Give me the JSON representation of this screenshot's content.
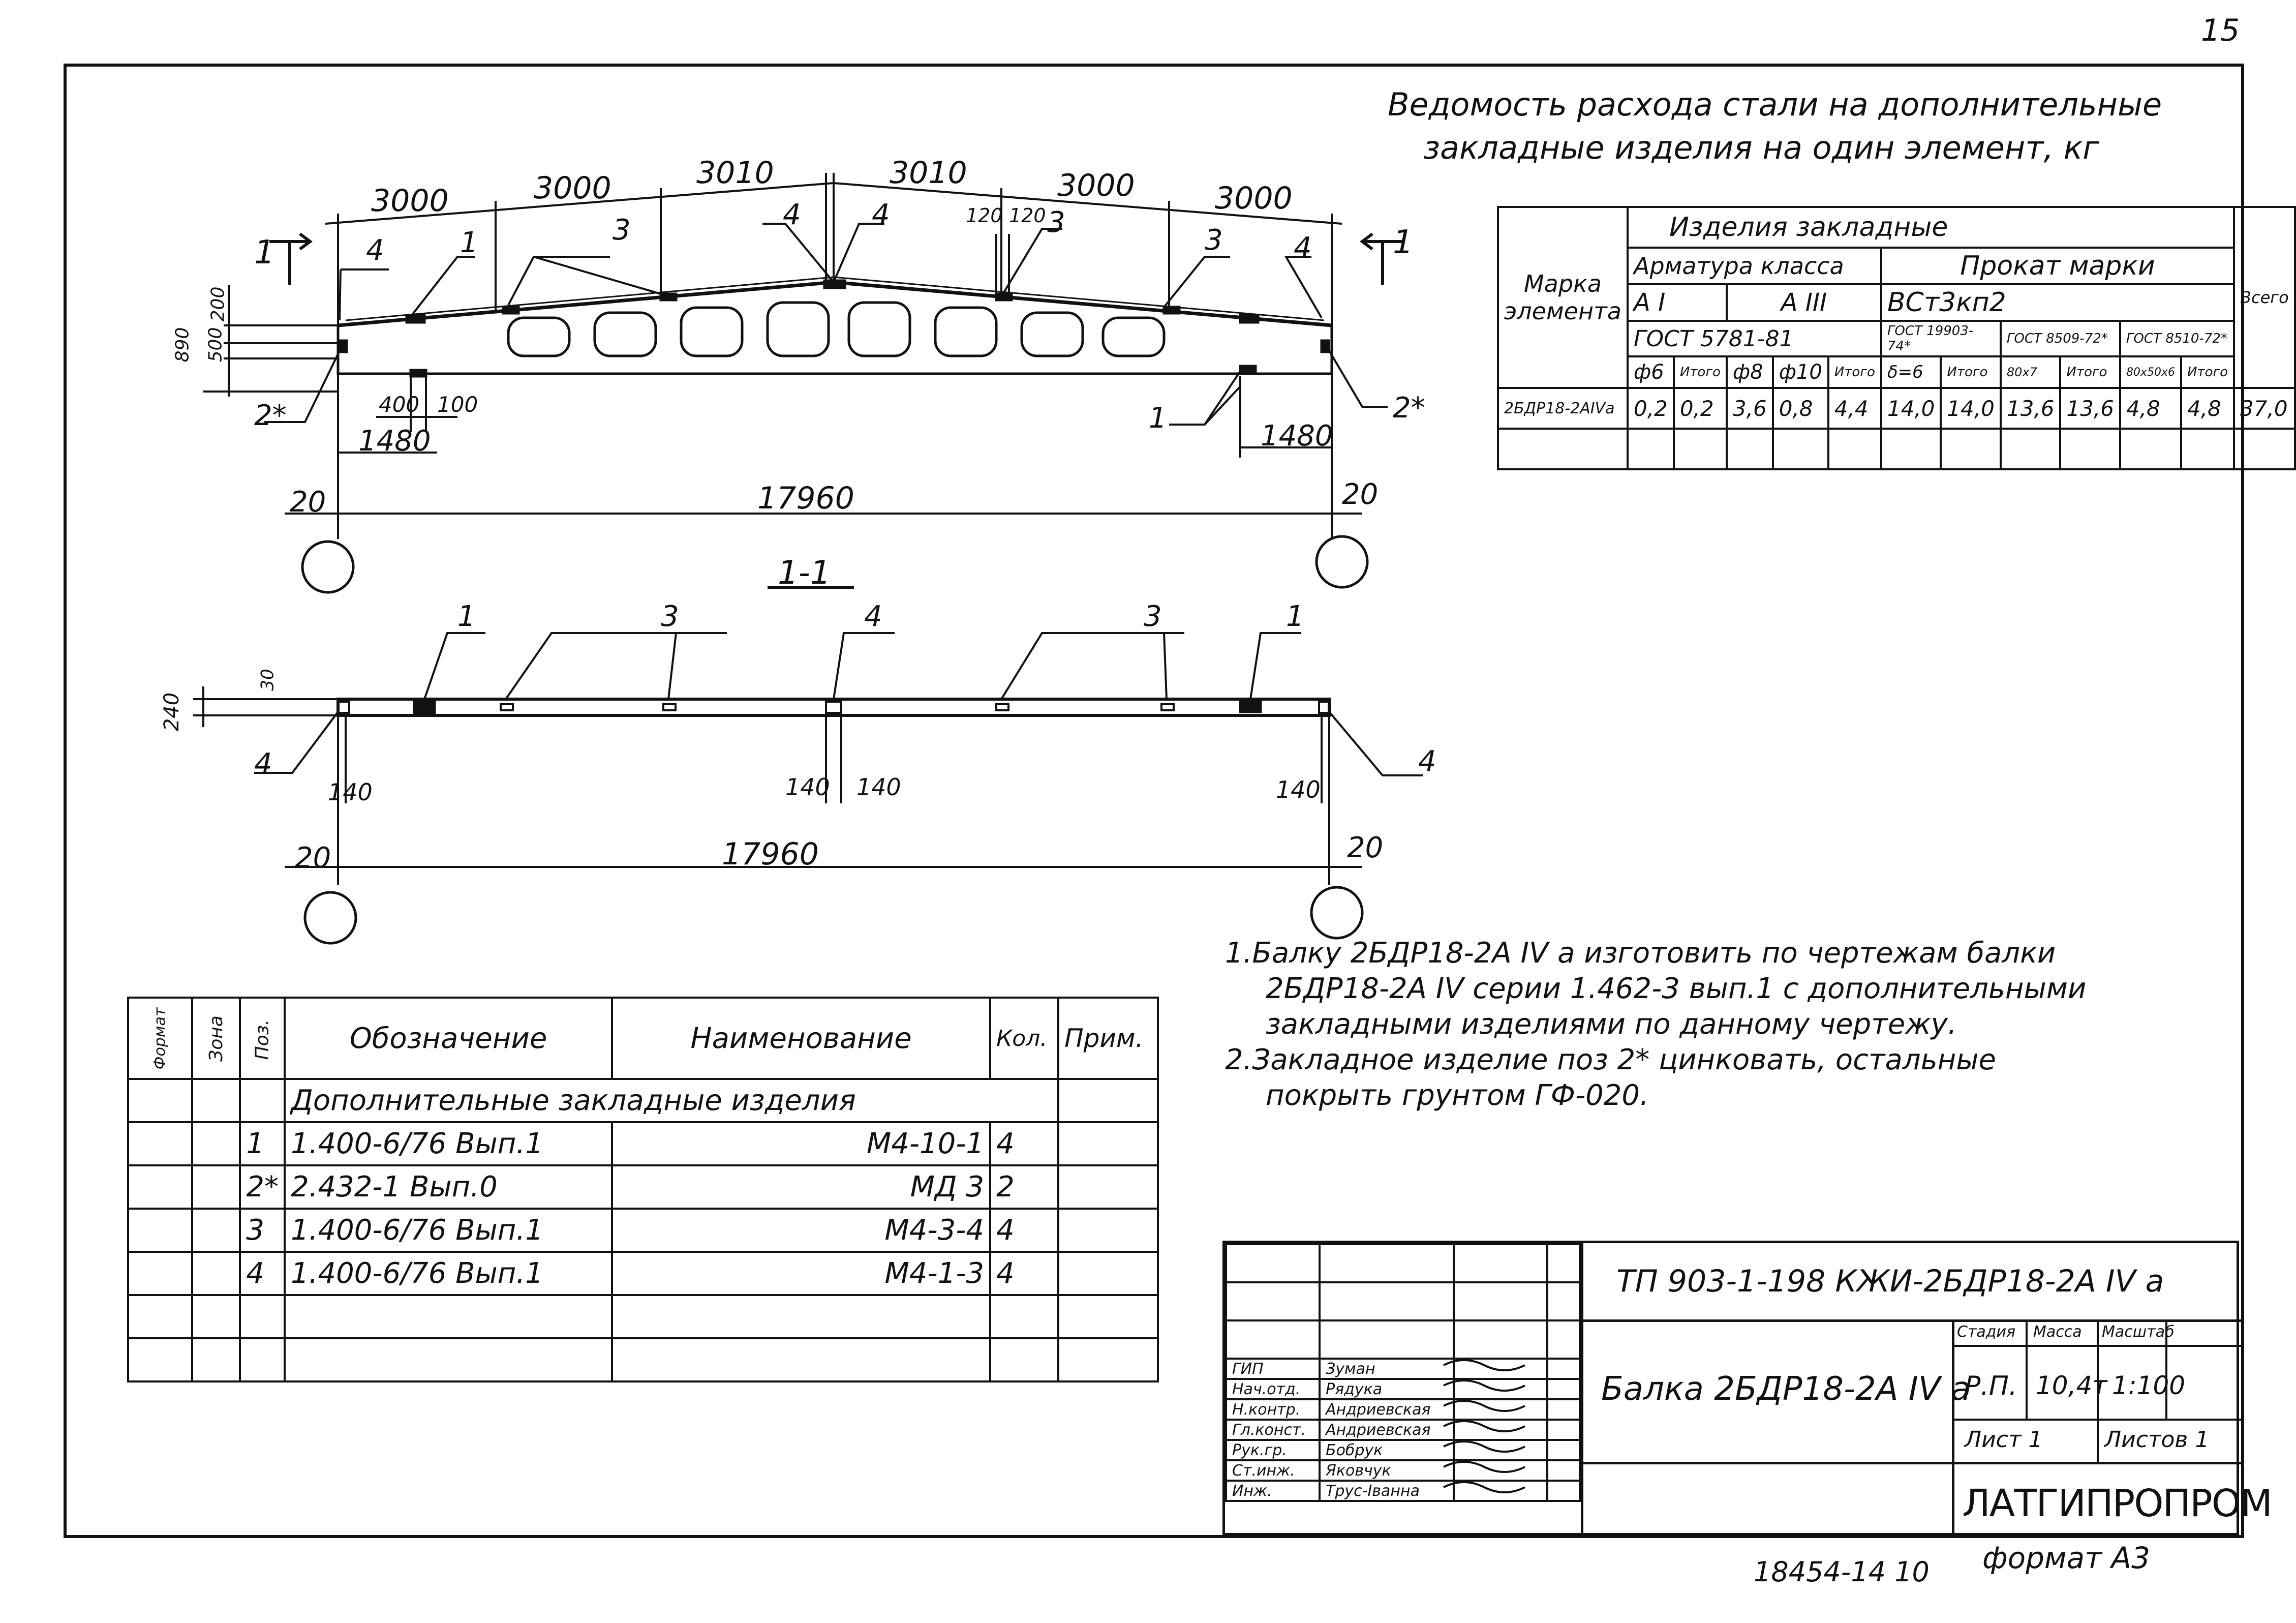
{
  "sheet": {
    "page_number": "15",
    "archive_number": "18454-14  10",
    "format_label": "формат А3"
  },
  "steel_table": {
    "title_line1": "Ведомость расхода стали на дополнительные",
    "title_line2": "закладные изделия на один элемент, кг",
    "header_group": "Изделия закладные",
    "col_mark": "Марка элемента",
    "armature": "Арматура класса",
    "rolled": "Прокат марки",
    "class_a1": "А I",
    "class_a3": "А III",
    "steel_grade": "ВСт3кп2",
    "gost_5781": "ГОСТ 5781-81",
    "gost_19903": "ГОСТ 19903-74*",
    "gost_8509": "ГОСТ 8509-72*",
    "gost_8510": "ГОСТ 8510-72*",
    "total": "Всего",
    "subheaders": [
      "ф6",
      "Итого",
      "ф8",
      "ф10",
      "Итого",
      "δ=6",
      "Итого",
      "80х7",
      "Итого",
      "80х50х6",
      "Итого"
    ],
    "row_mark": "2БДР18-2АIVа",
    "row_values": [
      "0,2",
      "0,2",
      "3,6",
      "0,8",
      "4,4",
      "14,0",
      "14,0",
      "13,6",
      "13,6",
      "4,8",
      "4,8",
      "37,0"
    ]
  },
  "elevation": {
    "segments": [
      "3000",
      "3000",
      "3010",
      "3010",
      "3000",
      "3000"
    ],
    "small_dims": [
      "120",
      "120"
    ],
    "left_heights": [
      "890",
      "500",
      "200"
    ],
    "plate_dims": [
      "400",
      "100"
    ],
    "edge_dims": [
      "1480",
      "1480"
    ],
    "end_dims": [
      "20",
      "20"
    ],
    "span": "17960",
    "section_mark": "1",
    "callouts": [
      "1",
      "4",
      "1",
      "3",
      "4",
      "4",
      "3",
      "3",
      "4",
      "2*",
      "1",
      "2*"
    ]
  },
  "section": {
    "title": "1-1",
    "height": "240",
    "small": "30",
    "callouts": [
      "1",
      "3",
      "4",
      "3",
      "1",
      "4",
      "4"
    ],
    "dims": [
      "140",
      "140",
      "140",
      "140"
    ],
    "end_dims": [
      "20",
      "20"
    ],
    "span": "17960"
  },
  "notes": {
    "line1": "1.Балку 2БДР18-2А IV а изготовить по чертежам балки",
    "line2": "2БДР18-2А IV серии 1.462-3 вып.1 с дополнительными",
    "line3": "закладными изделиями по данному чертежу.",
    "line4": "2.Закладное изделие поз 2* цинковать, остальные",
    "line5": "покрыть грунтом ГФ-020."
  },
  "spec": {
    "h_format": "Формат",
    "h_zone": "Зона",
    "h_pos": "Поз.",
    "h_designation": "Обозначение",
    "h_name": "Наименование",
    "h_qty": "Кол.",
    "h_note": "Прим.",
    "section_title": "Дополнительные закладные изделия",
    "rows": [
      {
        "pos": "1",
        "designation": "1.400-6/76 Вып.1",
        "name": "М4-10-1",
        "qty": "4"
      },
      {
        "pos": "2*",
        "designation": "2.432-1 Вып.0",
        "name": "МД 3",
        "qty": "2"
      },
      {
        "pos": "3",
        "designation": "1.400-6/76 Вып.1",
        "name": "М4-3-4",
        "qty": "4"
      },
      {
        "pos": "4",
        "designation": "1.400-6/76 Вып.1",
        "name": "М4-1-3",
        "qty": "4"
      }
    ]
  },
  "stamp": {
    "doc_code": "ТП 903-1-198    КЖИ-2БДР18-2А IV а",
    "title": "Балка 2БДР18-2А IV а",
    "stage_h": "Стадия",
    "mass_h": "Масса",
    "scale_h": "Масштаб",
    "stage": "Р.П.",
    "mass": "10,4т",
    "scale": "1:100",
    "sheet": "Лист 1",
    "sheets": "Листов 1",
    "org": "ЛАТГИПРОПРОМ",
    "staff": [
      {
        "role": "ГИП",
        "name": "Зуман"
      },
      {
        "role": "Нач.отд.",
        "name": "Рядука"
      },
      {
        "role": "Н.контр.",
        "name": "Андриевская"
      },
      {
        "role": "Гл.конст.",
        "name": "Андриевская"
      },
      {
        "role": "Рук.гр.",
        "name": "Бобрук"
      },
      {
        "role": "Ст.инж.",
        "name": "Яковчук"
      },
      {
        "role": "Инж.",
        "name": "Трус-Іванна"
      }
    ]
  }
}
